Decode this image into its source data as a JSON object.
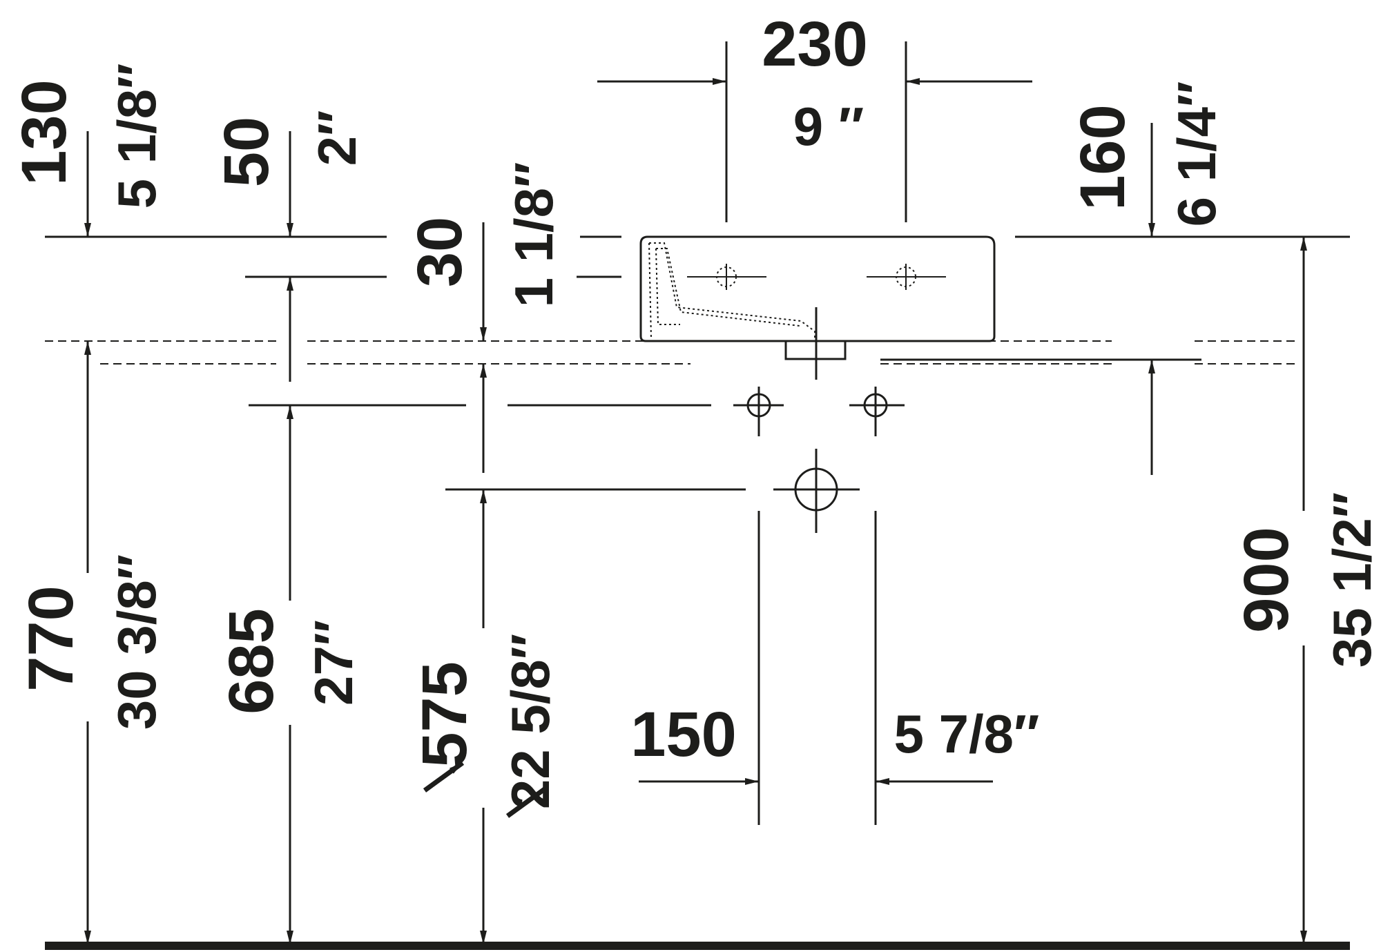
{
  "dimensions": {
    "width_mm": "230",
    "width_in": "9 ″",
    "top_left_mm": "130",
    "top_left_in": "5 1/8″",
    "rim_mm": "50",
    "rim_in": "2″",
    "bowl_mm": "30",
    "bowl_in": "1 1/8″",
    "right_mm": "160",
    "right_in": "6 1/4″",
    "h770_mm": "770",
    "h770_in": "30 3/8″",
    "h685_mm": "685",
    "h685_in": "27″",
    "h575_mm": "575",
    "h575_in": "22 5/8″",
    "h900_mm": "900",
    "h900_in": "35 1/2″",
    "spacing_mm": "150",
    "spacing_in": "5 7/8″"
  },
  "colors": {
    "ink": "#1d1d1b",
    "background": "#ffffff"
  }
}
